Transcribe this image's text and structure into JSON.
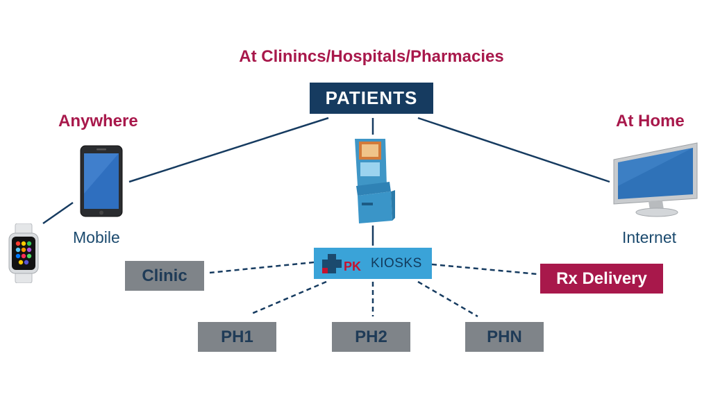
{
  "headings": {
    "top": "At Clinincs/Hospitals/Pharmacies",
    "left": "Anywhere",
    "right": "At Home"
  },
  "patients_label": "PATIENTS",
  "captions": {
    "mobile": "Mobile",
    "internet": "Internet"
  },
  "kiosk": {
    "logo_text": "PK",
    "label": "KIOSKS"
  },
  "nodes": {
    "clinic": "Clinic",
    "rx_delivery": "Rx Delivery",
    "ph1": "PH1",
    "ph2": "PH2",
    "phn": "PHN"
  },
  "colors": {
    "accent": "#a8184b",
    "navy": "#163b60",
    "kiosk_blue": "#3aa3d8",
    "gray_node": "#7f8489"
  },
  "icons": [
    "smartwatch-icon",
    "smartphone-icon",
    "kiosk-machine-icon",
    "desktop-monitor-icon",
    "pk-logo-icon"
  ]
}
